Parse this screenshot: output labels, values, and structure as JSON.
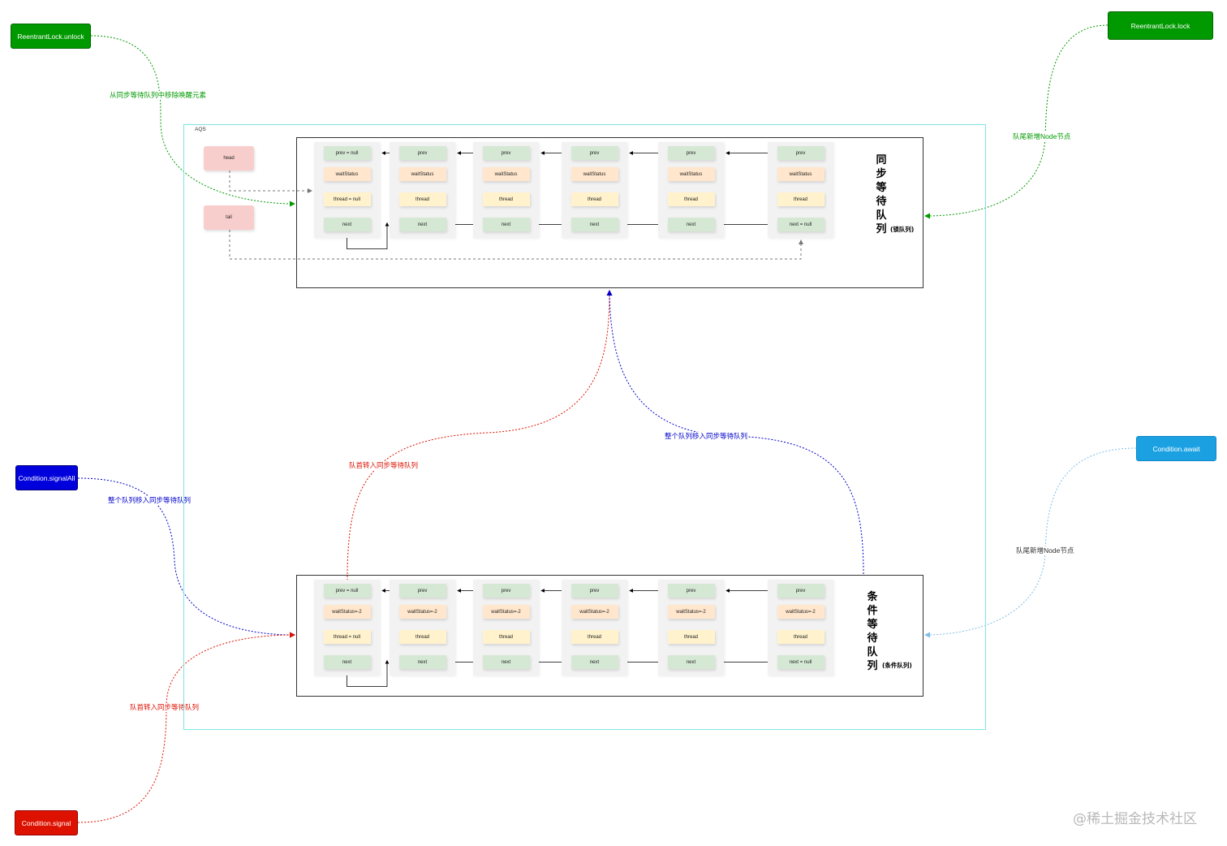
{
  "buttons": {
    "unlock": "ReentrantLock.unlock",
    "lock": "ReentrantLock.lock",
    "signal_all": "Condition.signalAll",
    "await": "Condition.await",
    "signal": "Condition.signal"
  },
  "labels": {
    "unlock_edge": "从同步等待队列中移除唤醒元素",
    "lock_edge": "队尾新增Node节点",
    "await_edge": "队尾新增Node节点",
    "signal_all_edge": "整个队列移入同步等待队列",
    "signal_edge": "队首转入同步等待队列",
    "transfer_head": "队首转入同步等待队列",
    "transfer_all": "整个队列移入同步等待队列"
  },
  "aqs": {
    "title": "AQS",
    "head": "head",
    "tail": "tail"
  },
  "sync_queue": {
    "title_chars": [
      "同",
      "步",
      "等",
      "待",
      "队",
      "列"
    ],
    "subtitle": "(锁队列)",
    "nodes": [
      {
        "prev": "prev = null",
        "status": "waitStatus",
        "thread": "thread = null",
        "next": "next"
      },
      {
        "prev": "prev",
        "status": "waitStatus",
        "thread": "thread",
        "next": "next"
      },
      {
        "prev": "prev",
        "status": "waitStatus",
        "thread": "thread",
        "next": "next"
      },
      {
        "prev": "prev",
        "status": "waitStatus",
        "thread": "thread",
        "next": "next"
      },
      {
        "prev": "prev",
        "status": "waitStatus",
        "thread": "thread",
        "next": "next"
      },
      {
        "prev": "prev",
        "status": "waitStatus",
        "thread": "thread",
        "next": "next = null"
      }
    ]
  },
  "cond_queue": {
    "title_chars": [
      "条",
      "件",
      "等",
      "待",
      "队",
      "列"
    ],
    "subtitle": "(条件队列)",
    "nodes": [
      {
        "prev": "prev = null",
        "status": "waitStatus=-2",
        "thread": "thread = null",
        "next": "next"
      },
      {
        "prev": "prev",
        "status": "waitStatus=-2",
        "thread": "thread",
        "next": "next"
      },
      {
        "prev": "prev",
        "status": "waitStatus=-2",
        "thread": "thread",
        "next": "next"
      },
      {
        "prev": "prev",
        "status": "waitStatus=-2",
        "thread": "thread",
        "next": "next"
      },
      {
        "prev": "prev",
        "status": "waitStatus=-2",
        "thread": "thread",
        "next": "next"
      },
      {
        "prev": "prev",
        "status": "waitStatus=-2",
        "thread": "thread",
        "next": "next = null"
      }
    ]
  },
  "colors": {
    "green": "#009900",
    "blue": "#0000cc",
    "red": "#dd1100",
    "cyan": "#1ba1e2",
    "frame": "#7fe3e3"
  },
  "watermark": "@稀土掘金技术社区"
}
